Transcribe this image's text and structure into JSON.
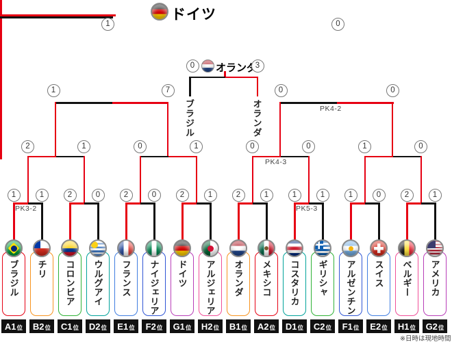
{
  "champion": {
    "name": "ドイツ",
    "flag": "germany"
  },
  "rounds": {
    "final": {
      "left_score": "1",
      "right_score": "0"
    },
    "semifinals": [
      {
        "left_score": "1",
        "right_score": "7"
      },
      {
        "left_score": "0",
        "right_score": "0",
        "pk": "PK4-2"
      }
    ],
    "quarterfinals": [
      {
        "left_score": "2",
        "right_score": "1"
      },
      {
        "left_score": "0",
        "right_score": "1"
      },
      {
        "left_score": "0",
        "right_score": "0",
        "pk": "PK4-3"
      },
      {
        "left_score": "1",
        "right_score": "0"
      }
    ],
    "round_of_16": [
      {
        "left_score": "1",
        "right_score": "1",
        "pk": "PK3-2"
      },
      {
        "left_score": "2",
        "right_score": "0"
      },
      {
        "left_score": "2",
        "right_score": "0"
      },
      {
        "left_score": "2",
        "right_score": "1"
      },
      {
        "left_score": "2",
        "right_score": "1"
      },
      {
        "left_score": "1",
        "right_score": "1",
        "pk": "PK5-3"
      },
      {
        "left_score": "1",
        "right_score": "0"
      },
      {
        "left_score": "2",
        "right_score": "1"
      }
    ]
  },
  "third_place": {
    "left_score": "0",
    "right_score": "3",
    "winner_name": "オランダ",
    "winner_flag": "netherlands",
    "left_team": "ブラジル",
    "right_team": "オランダ"
  },
  "teams": [
    {
      "name": "ブラジル",
      "flag": "brazil",
      "group_pos": "A1",
      "group_color": "#e60012",
      "result": "win"
    },
    {
      "name": "チリ",
      "flag": "chile",
      "group_pos": "B2",
      "group_color": "#f7931e",
      "result": "lose"
    },
    {
      "name": "コロンビア",
      "flag": "colombia",
      "group_pos": "C1",
      "group_color": "#2eb135",
      "result": "win"
    },
    {
      "name": "ウルグアイ",
      "flag": "uruguay",
      "group_pos": "D2",
      "group_color": "#00a29a",
      "result": "lose"
    },
    {
      "name": "フランス",
      "flag": "france",
      "group_pos": "E1",
      "group_color": "#3f7de0",
      "result": "win"
    },
    {
      "name": "ナイジェリア",
      "flag": "nigeria",
      "group_pos": "F2",
      "group_color": "#2f55d4",
      "result": "lose"
    },
    {
      "name": "ドイツ",
      "flag": "germany",
      "group_pos": "G1",
      "group_color": "#b83db8",
      "result": "win"
    },
    {
      "name": "アルジェリア",
      "flag": "algeria",
      "group_pos": "H2",
      "group_color": "#f04e98",
      "result": "lose"
    },
    {
      "name": "オランダ",
      "flag": "netherlands",
      "group_pos": "B1",
      "group_color": "#f7931e",
      "result": "win"
    },
    {
      "name": "メキシコ",
      "flag": "mexico",
      "group_pos": "A2",
      "group_color": "#e60012",
      "result": "lose"
    },
    {
      "name": "コスタリカ",
      "flag": "costarica",
      "group_pos": "D1",
      "group_color": "#00a29a",
      "result": "win"
    },
    {
      "name": "ギリシャ",
      "flag": "greece",
      "group_pos": "C2",
      "group_color": "#2eb135",
      "result": "lose"
    },
    {
      "name": "アルゼンチン",
      "flag": "argentina",
      "group_pos": "F1",
      "group_color": "#2f55d4",
      "result": "win"
    },
    {
      "name": "スイス",
      "flag": "switzerland",
      "group_pos": "E2",
      "group_color": "#3f7de0",
      "result": "lose"
    },
    {
      "name": "ベルギー",
      "flag": "belgium",
      "group_pos": "H1",
      "group_color": "#f04e98",
      "result": "win"
    },
    {
      "name": "アメリカ",
      "flag": "usa",
      "group_pos": "G2",
      "group_color": "#b83db8",
      "result": "lose"
    }
  ],
  "labels": {
    "rank_suffix": "位"
  },
  "note": "※日時は現地時間",
  "colors": {
    "win_path": "#e60012",
    "lose_path": "#111111"
  }
}
